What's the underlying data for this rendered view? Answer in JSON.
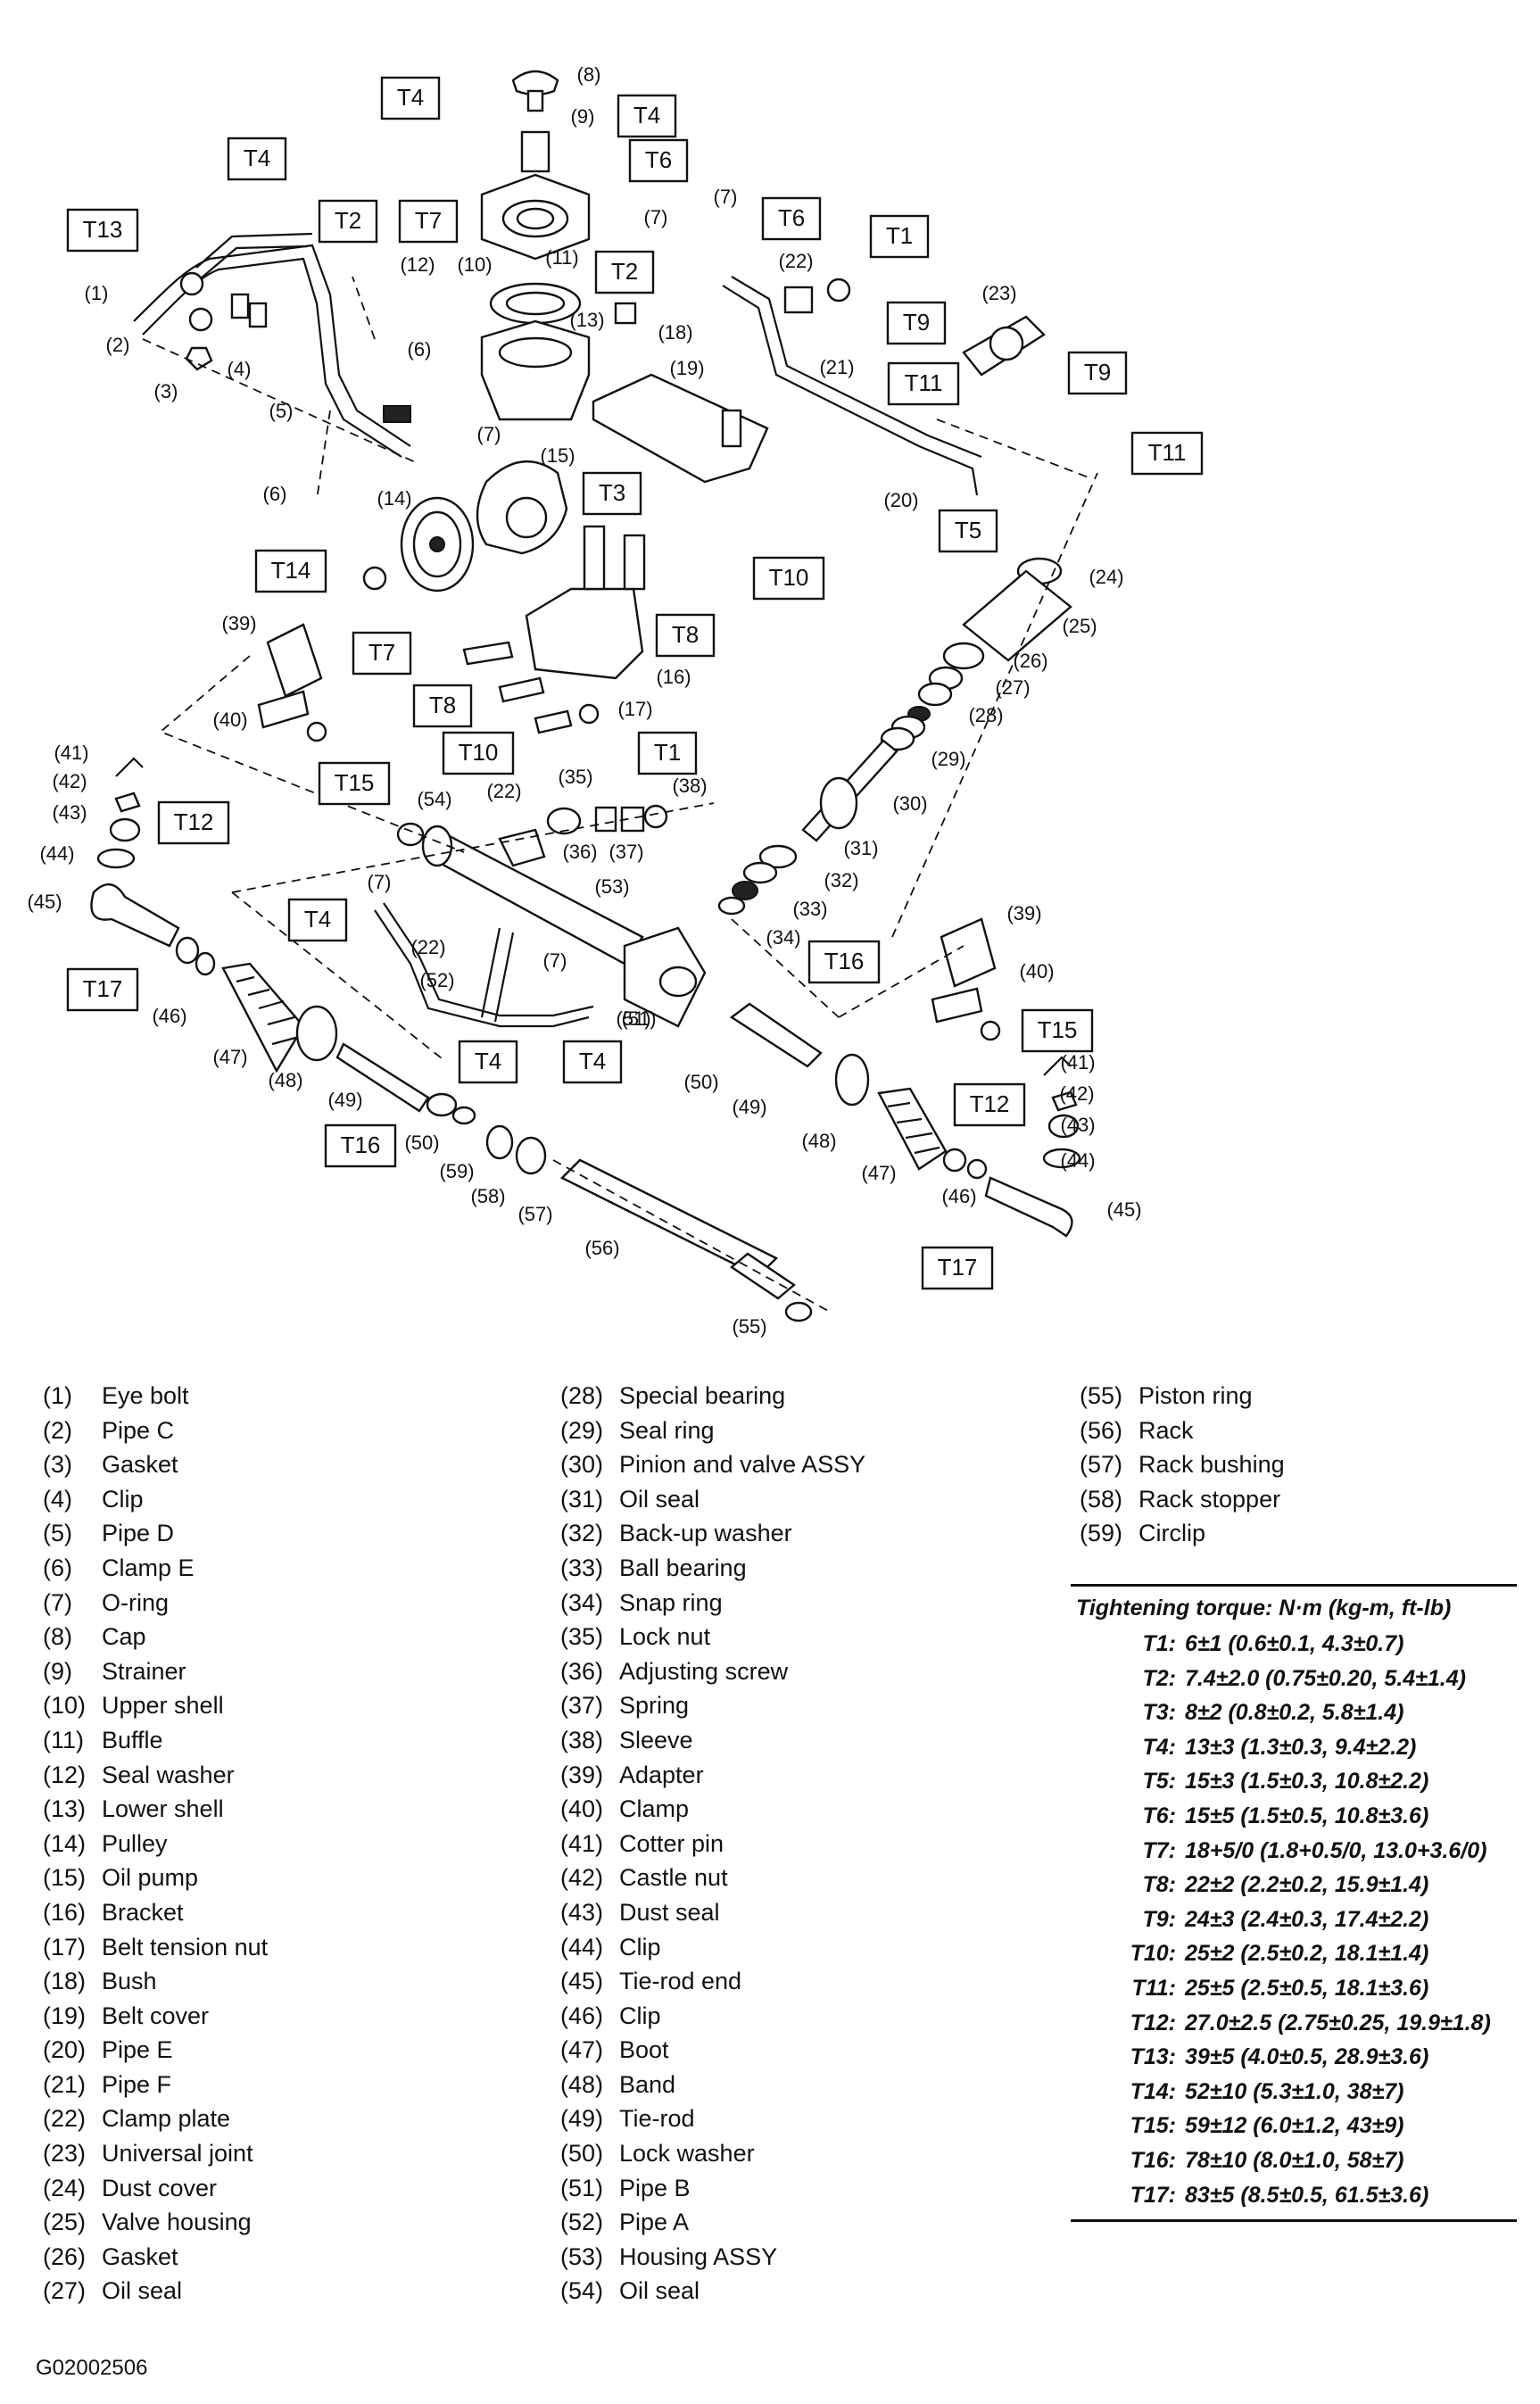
{
  "diagram": {
    "torque_tags": [
      "T1",
      "T2",
      "T3",
      "T4",
      "T5",
      "T6",
      "T7",
      "T8",
      "T9",
      "T10",
      "T11",
      "T12",
      "T13",
      "T14",
      "T15",
      "T16",
      "T17"
    ],
    "part_numbers": [
      "(1)",
      "(2)",
      "(3)",
      "(4)",
      "(5)",
      "(6)",
      "(7)",
      "(8)",
      "(9)",
      "(10)",
      "(11)",
      "(12)",
      "(13)",
      "(14)",
      "(15)",
      "(16)",
      "(17)",
      "(18)",
      "(19)",
      "(20)",
      "(21)",
      "(22)",
      "(23)",
      "(24)",
      "(25)",
      "(26)",
      "(27)",
      "(28)",
      "(29)",
      "(30)",
      "(31)",
      "(32)",
      "(33)",
      "(34)",
      "(35)",
      "(36)",
      "(37)",
      "(38)",
      "(39)",
      "(40)",
      "(41)",
      "(42)",
      "(43)",
      "(44)",
      "(45)",
      "(46)",
      "(47)",
      "(48)",
      "(49)",
      "(50)",
      "(51)",
      "(52)",
      "(53)",
      "(54)",
      "(55)",
      "(56)",
      "(57)",
      "(58)",
      "(59)"
    ]
  },
  "legend": {
    "col1": [
      {
        "num": "(1)",
        "name": "Eye bolt"
      },
      {
        "num": "(2)",
        "name": "Pipe C"
      },
      {
        "num": "(3)",
        "name": "Gasket"
      },
      {
        "num": "(4)",
        "name": "Clip"
      },
      {
        "num": "(5)",
        "name": "Pipe D"
      },
      {
        "num": "(6)",
        "name": "Clamp E"
      },
      {
        "num": "(7)",
        "name": "O-ring"
      },
      {
        "num": "(8)",
        "name": "Cap"
      },
      {
        "num": "(9)",
        "name": "Strainer"
      },
      {
        "num": "(10)",
        "name": "Upper shell"
      },
      {
        "num": "(11)",
        "name": "Buffle"
      },
      {
        "num": "(12)",
        "name": "Seal washer"
      },
      {
        "num": "(13)",
        "name": "Lower shell"
      },
      {
        "num": "(14)",
        "name": "Pulley"
      },
      {
        "num": "(15)",
        "name": "Oil pump"
      },
      {
        "num": "(16)",
        "name": "Bracket"
      },
      {
        "num": "(17)",
        "name": "Belt tension nut"
      },
      {
        "num": "(18)",
        "name": "Bush"
      },
      {
        "num": "(19)",
        "name": "Belt cover"
      },
      {
        "num": "(20)",
        "name": "Pipe E"
      },
      {
        "num": "(21)",
        "name": "Pipe F"
      },
      {
        "num": "(22)",
        "name": "Clamp plate"
      },
      {
        "num": "(23)",
        "name": "Universal joint"
      },
      {
        "num": "(24)",
        "name": "Dust cover"
      },
      {
        "num": "(25)",
        "name": "Valve housing"
      },
      {
        "num": "(26)",
        "name": "Gasket"
      },
      {
        "num": "(27)",
        "name": "Oil seal"
      }
    ],
    "col2": [
      {
        "num": "(28)",
        "name": "Special bearing"
      },
      {
        "num": "(29)",
        "name": "Seal ring"
      },
      {
        "num": "(30)",
        "name": "Pinion and valve ASSY"
      },
      {
        "num": "(31)",
        "name": "Oil seal"
      },
      {
        "num": "(32)",
        "name": "Back-up washer"
      },
      {
        "num": "(33)",
        "name": "Ball bearing"
      },
      {
        "num": "(34)",
        "name": "Snap ring"
      },
      {
        "num": "(35)",
        "name": "Lock nut"
      },
      {
        "num": "(36)",
        "name": "Adjusting screw"
      },
      {
        "num": "(37)",
        "name": "Spring"
      },
      {
        "num": "(38)",
        "name": "Sleeve"
      },
      {
        "num": "(39)",
        "name": "Adapter"
      },
      {
        "num": "(40)",
        "name": "Clamp"
      },
      {
        "num": "(41)",
        "name": "Cotter pin"
      },
      {
        "num": "(42)",
        "name": "Castle nut"
      },
      {
        "num": "(43)",
        "name": "Dust seal"
      },
      {
        "num": "(44)",
        "name": "Clip"
      },
      {
        "num": "(45)",
        "name": "Tie-rod end"
      },
      {
        "num": "(46)",
        "name": "Clip"
      },
      {
        "num": "(47)",
        "name": "Boot"
      },
      {
        "num": "(48)",
        "name": "Band"
      },
      {
        "num": "(49)",
        "name": "Tie-rod"
      },
      {
        "num": "(50)",
        "name": "Lock washer"
      },
      {
        "num": "(51)",
        "name": "Pipe B"
      },
      {
        "num": "(52)",
        "name": "Pipe A"
      },
      {
        "num": "(53)",
        "name": "Housing ASSY"
      },
      {
        "num": "(54)",
        "name": "Oil seal"
      }
    ],
    "col3": [
      {
        "num": "(55)",
        "name": "Piston ring"
      },
      {
        "num": "(56)",
        "name": "Rack"
      },
      {
        "num": "(57)",
        "name": "Rack bushing"
      },
      {
        "num": "(58)",
        "name": "Rack stopper"
      },
      {
        "num": "(59)",
        "name": "Circlip"
      }
    ]
  },
  "torque": {
    "title": "Tightening torque: N·m (kg-m, ft-lb)",
    "rows": [
      {
        "tag": "T1:",
        "value": "6±1 (0.6±0.1, 4.3±0.7)"
      },
      {
        "tag": "T2:",
        "value": "7.4±2.0 (0.75±0.20, 5.4±1.4)"
      },
      {
        "tag": "T3:",
        "value": "8±2 (0.8±0.2, 5.8±1.4)"
      },
      {
        "tag": "T4:",
        "value": "13±3 (1.3±0.3, 9.4±2.2)"
      },
      {
        "tag": "T5:",
        "value": "15±3 (1.5±0.3, 10.8±2.2)"
      },
      {
        "tag": "T6:",
        "value": "15±5 (1.5±0.5, 10.8±3.6)"
      },
      {
        "tag": "T7:",
        "value": "18+5/0 (1.8+0.5/0, 13.0+3.6/0)"
      },
      {
        "tag": "T8:",
        "value": "22±2 (2.2±0.2, 15.9±1.4)"
      },
      {
        "tag": "T9:",
        "value": "24±3 (2.4±0.3, 17.4±2.2)"
      },
      {
        "tag": "T10:",
        "value": "25±2 (2.5±0.2, 18.1±1.4)"
      },
      {
        "tag": "T11:",
        "value": "25±5 (2.5±0.5, 18.1±3.6)"
      },
      {
        "tag": "T12:",
        "value": "27.0±2.5 (2.75±0.25, 19.9±1.8)"
      },
      {
        "tag": "T13:",
        "value": "39±5 (4.0±0.5, 28.9±3.6)"
      },
      {
        "tag": "T14:",
        "value": "52±10 (5.3±1.0, 38±7)"
      },
      {
        "tag": "T15:",
        "value": "59±12 (6.0±1.2, 43±9)"
      },
      {
        "tag": "T16:",
        "value": "78±10 (8.0±1.0, 58±7)"
      },
      {
        "tag": "T17:",
        "value": "83±5 (8.5±0.5, 61.5±3.6)"
      }
    ]
  },
  "figure_code": "G02002506"
}
